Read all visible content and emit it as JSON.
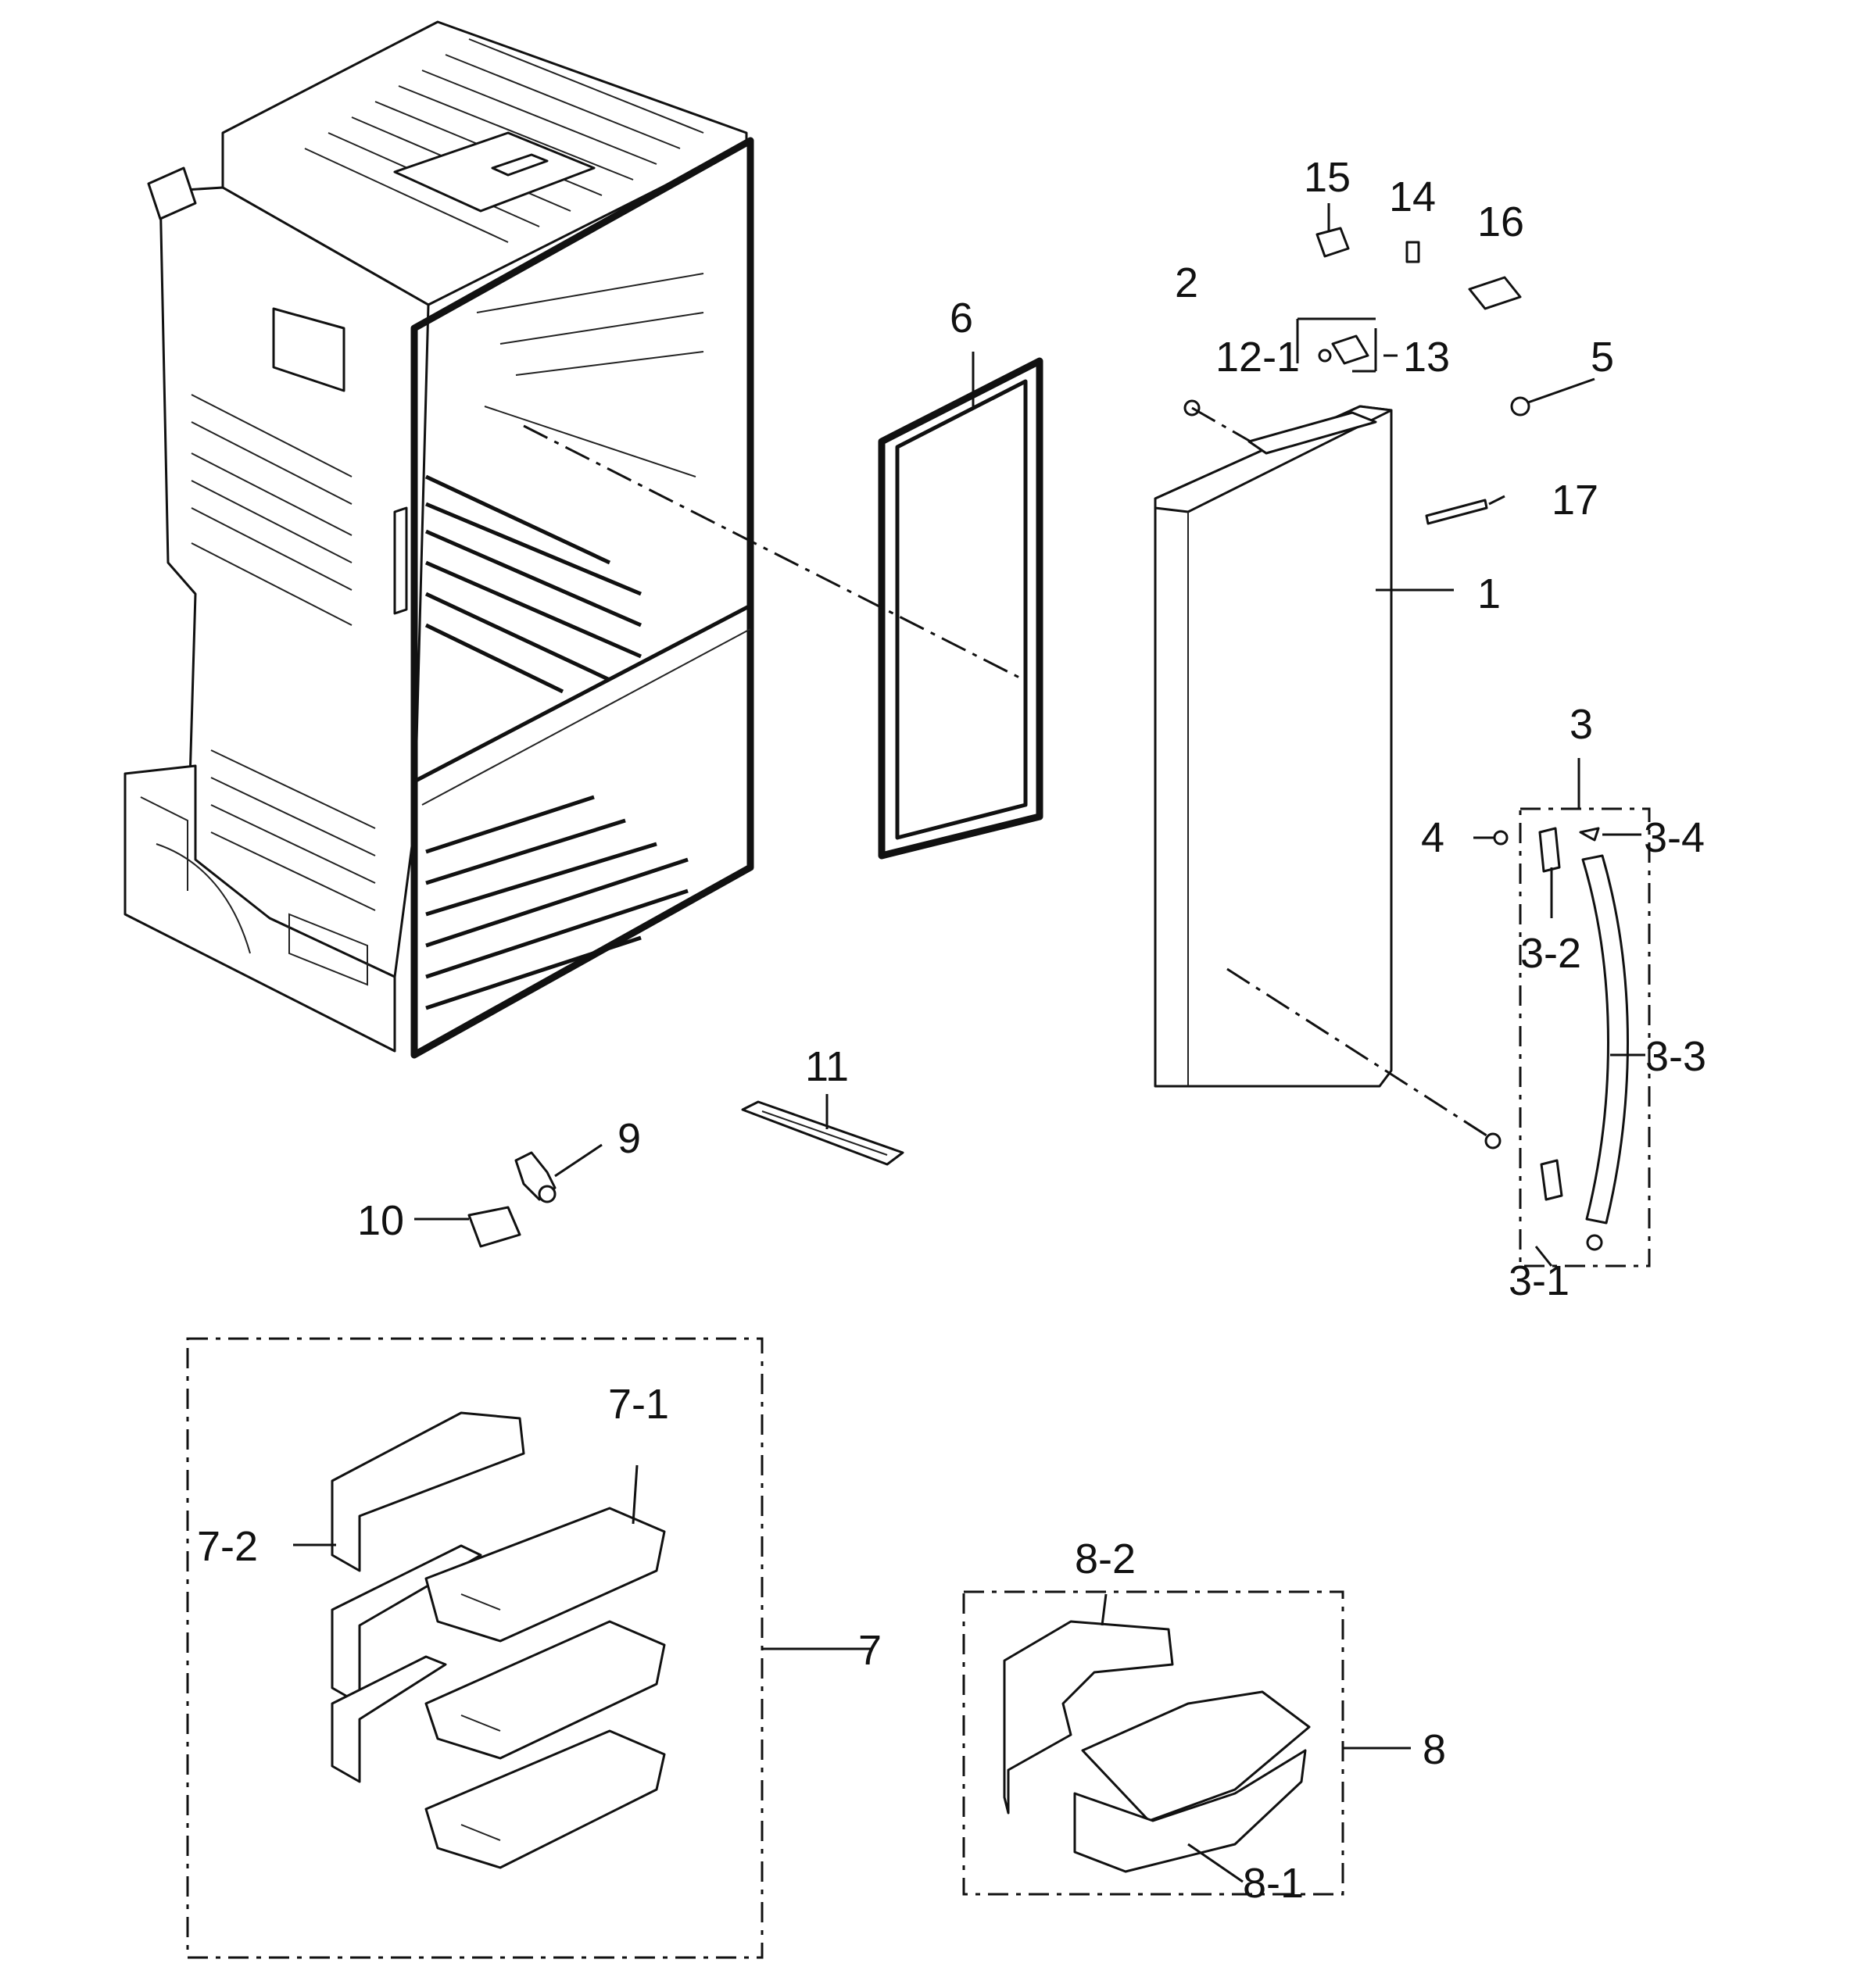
{
  "callouts": {
    "c1": "1",
    "c2": "2",
    "c3": "3",
    "c3_1": "3-1",
    "c3_2": "3-2",
    "c3_3": "3-3",
    "c3_4": "3-4",
    "c4": "4",
    "c5": "5",
    "c6": "6",
    "c7": "7",
    "c7_1": "7-1",
    "c7_2": "7-2",
    "c8": "8",
    "c8_1": "8-1",
    "c8_2": "8-2",
    "c9": "9",
    "c10": "10",
    "c11": "11",
    "c12_1": "12-1",
    "c13": "13",
    "c14": "14",
    "c15": "15",
    "c16": "16",
    "c17": "17"
  }
}
